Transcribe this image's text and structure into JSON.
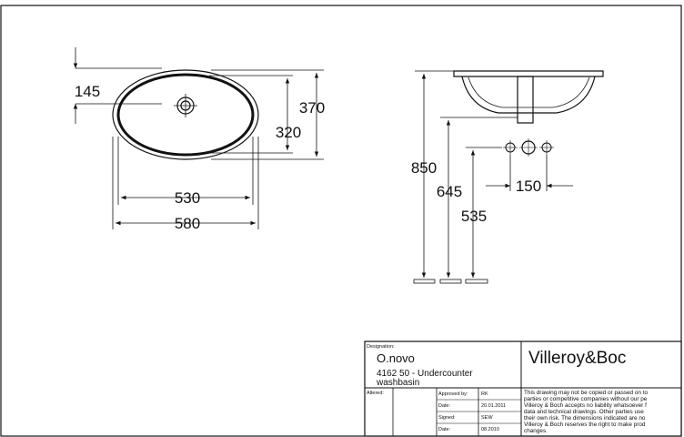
{
  "dimensions": {
    "top_view": {
      "overflow_offset": "145",
      "bowl_depth": "320",
      "total_depth": "370",
      "bowl_width": "530",
      "total_width": "580"
    },
    "side_view": {
      "rim_height": "850",
      "waste_height": "645",
      "tap_height": "535",
      "tap_spacing": "150"
    }
  },
  "title_block": {
    "designation_label": "Designation:",
    "product_name": "O.novo",
    "product_line1": "4162 50 - Undercounter",
    "product_line2": "washbasin",
    "brand": "Villeroy&Boc",
    "altered_label": "Altered:",
    "rows": [
      {
        "label": "Approved by:",
        "value": "RK"
      },
      {
        "label": "Date:",
        "value": "20.01.2011"
      },
      {
        "label": "Signed:",
        "value": "SEW"
      },
      {
        "label": "Date:",
        "value": "08.2010"
      }
    ],
    "disclaimer": [
      "This drawing may not be copied or passed on to",
      "parties or competitive companies without our pe",
      "Villeroy & Boch accepts no liability whatsoever f",
      "data and technical drawings. Other parties use",
      "their own risk. The dimensions indicated are no",
      "Villeroy & Boch reserves the right to make prod",
      "changes."
    ]
  }
}
